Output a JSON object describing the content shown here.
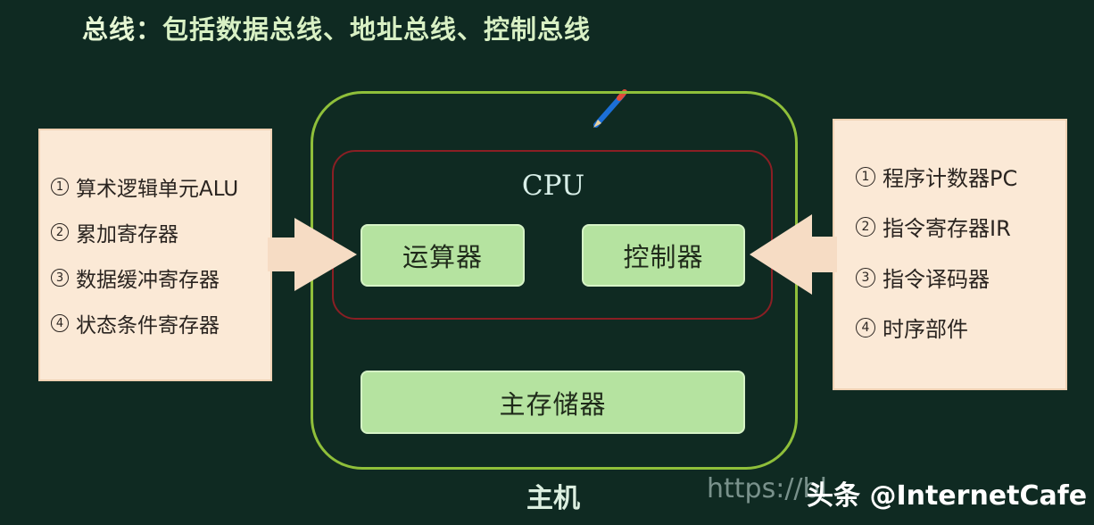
{
  "title": {
    "lead": "总线：",
    "text": "包括数据总线、地址总线、控制总线"
  },
  "left_panel": {
    "items": [
      {
        "num": "1",
        "label": "算术逻辑单元ALU"
      },
      {
        "num": "2",
        "label": "累加寄存器"
      },
      {
        "num": "3",
        "label": "数据缓冲寄存器"
      },
      {
        "num": "4",
        "label": "状态条件寄存器"
      }
    ]
  },
  "right_panel": {
    "items": [
      {
        "num": "1",
        "label": "程序计数器PC"
      },
      {
        "num": "2",
        "label": "指令寄存器IR"
      },
      {
        "num": "3",
        "label": "指令译码器"
      },
      {
        "num": "4",
        "label": "时序部件"
      }
    ]
  },
  "cpu": {
    "label": "CPU",
    "alu_label": "运算器",
    "controller_label": "控制器"
  },
  "memory_label": "主存储器",
  "host_label": "主机",
  "watermark": {
    "url_text": "https://bl",
    "brand": "头条 @InternetCafe"
  },
  "colors": {
    "background": "#0f2a22",
    "host_frame": "#8fbf3a",
    "cpu_frame": "#8a1f24",
    "unit_fill": "#b5e3a0",
    "panel_fill": "#fbe9d6",
    "arrow_fill": "#f6dcc4"
  }
}
